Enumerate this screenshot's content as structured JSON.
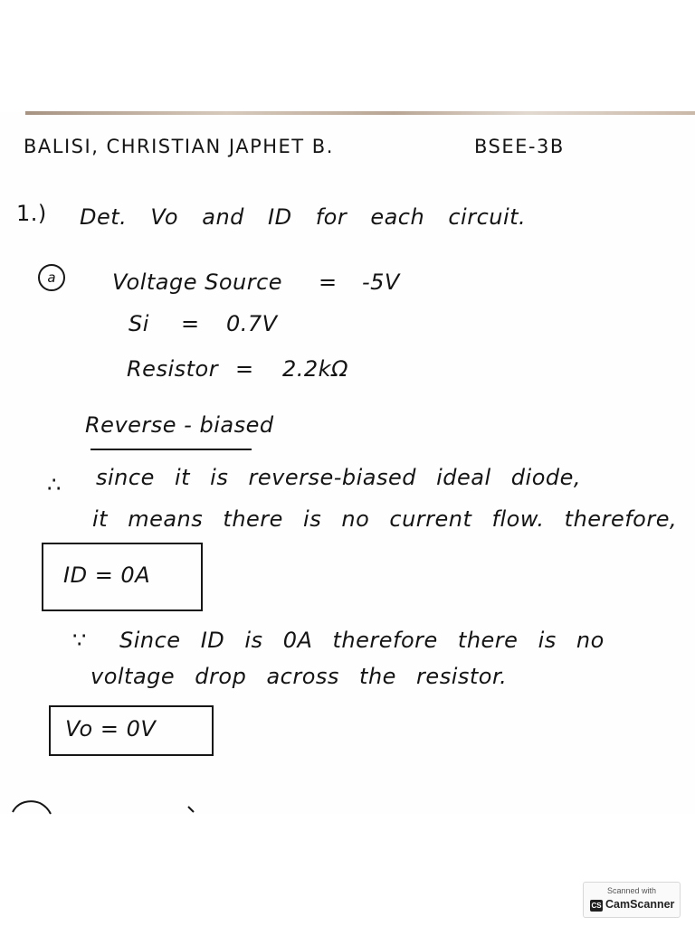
{
  "header": {
    "name": "BALISI, CHRISTIAN JAPHET B.",
    "section": "BSEE-3B"
  },
  "problem": {
    "number": "1.)",
    "statement": "Det. Vo and ID for each circuit."
  },
  "part_a": {
    "label": "a",
    "given": [
      {
        "label": "Voltage Source",
        "eq": "=",
        "value": "-5V"
      },
      {
        "label": "Si",
        "eq": "=",
        "value": "0.7V"
      },
      {
        "label": "Resistor",
        "eq": "=",
        "value": "2.2kΩ"
      }
    ],
    "bias_heading": "Reverse - biased",
    "reason1_symbol": "∴",
    "reason1_line1": "since it is reverse-biased ideal diode,",
    "reason1_line2": "it means there is no current flow. therefore,",
    "result1": "ID = 0A",
    "reason2_symbol": "∵",
    "reason2_line1": "Since ID is 0A therefore there is no",
    "reason2_line2": "voltage drop across the resistor.",
    "result2": "Vo = 0V"
  },
  "watermark": {
    "top": "Scanned with",
    "brand": "CamScanner",
    "logo": "CS"
  }
}
